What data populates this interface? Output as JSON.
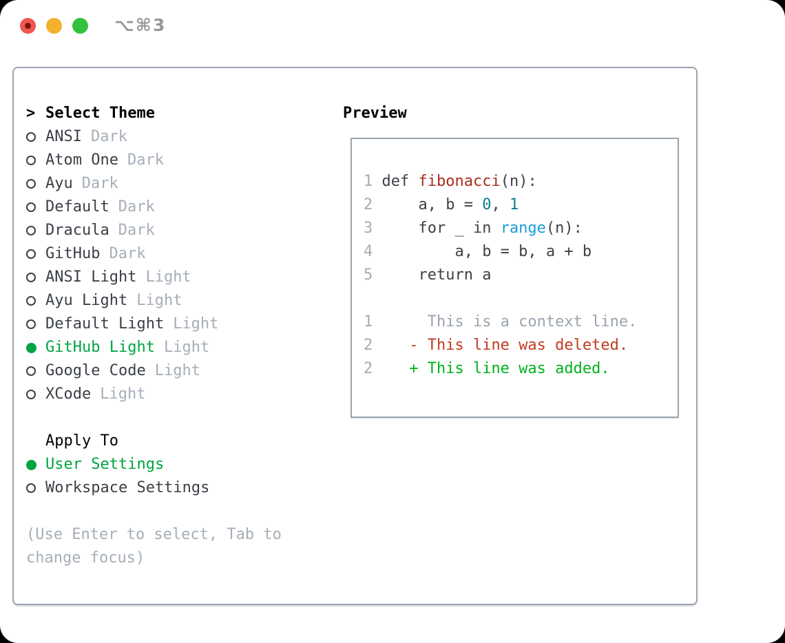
{
  "titlebar": {
    "title": "⌥⌘3"
  },
  "theme_menu": {
    "header_prefix": ">",
    "header": "Select Theme",
    "items": [
      {
        "name": "ANSI",
        "variant": "Dark",
        "selected": false
      },
      {
        "name": "Atom One",
        "variant": "Dark",
        "selected": false
      },
      {
        "name": "Ayu",
        "variant": "Dark",
        "selected": false
      },
      {
        "name": "Default",
        "variant": "Dark",
        "selected": false
      },
      {
        "name": "Dracula",
        "variant": "Dark",
        "selected": false
      },
      {
        "name": "GitHub",
        "variant": "Dark",
        "selected": false
      },
      {
        "name": "ANSI Light",
        "variant": "Light",
        "selected": false
      },
      {
        "name": "Ayu Light",
        "variant": "Light",
        "selected": false
      },
      {
        "name": "Default Light",
        "variant": "Light",
        "selected": false
      },
      {
        "name": "GitHub Light",
        "variant": "Light",
        "selected": true
      },
      {
        "name": "Google Code",
        "variant": "Light",
        "selected": false
      },
      {
        "name": "XCode",
        "variant": "Light",
        "selected": false
      }
    ]
  },
  "apply_to": {
    "header": "Apply To",
    "options": [
      {
        "label": "User Settings",
        "selected": true
      },
      {
        "label": "Workspace Settings",
        "selected": false
      }
    ]
  },
  "hint": {
    "line1": "(Use Enter to select, Tab to",
    "line2": "change focus)"
  },
  "preview": {
    "header": "Preview",
    "code": {
      "l1": {
        "num": "1",
        "a": " def ",
        "fn": "fibonacci",
        "b": "(n):"
      },
      "l2": {
        "num": "2",
        "a": "     a, b = ",
        "n1": "0",
        "b": ", ",
        "n2": "1"
      },
      "l3": {
        "num": "3",
        "a": "     for _ in ",
        "blt": "range",
        "b": "(n):"
      },
      "l4": {
        "num": "4",
        "a": "         a, b = b, a + b"
      },
      "l5": {
        "num": "5",
        "a": "     return a"
      },
      "l6": {
        "num": "1",
        "ctx": "      This is a context line."
      },
      "l7": {
        "num": "2",
        "a": "    ",
        "del": "- This line was deleted."
      },
      "l8": {
        "num": "2",
        "a": "    ",
        "add": "+ This line was added."
      }
    }
  },
  "colors": {
    "accent_green": "#00a440",
    "added_green": "#00b11c",
    "deleted_red": "#c33a20",
    "function_red": "#a72d20",
    "number_teal": "#0e7f8b",
    "builtin_blue": "#199dd8",
    "muted_gray": "#a6aeb8",
    "text_dark": "#3a3f46",
    "border_gray": "#9aa4b0",
    "traffic_red": "#f0564f",
    "traffic_yellow": "#f5b02e",
    "traffic_green": "#33c13e"
  }
}
